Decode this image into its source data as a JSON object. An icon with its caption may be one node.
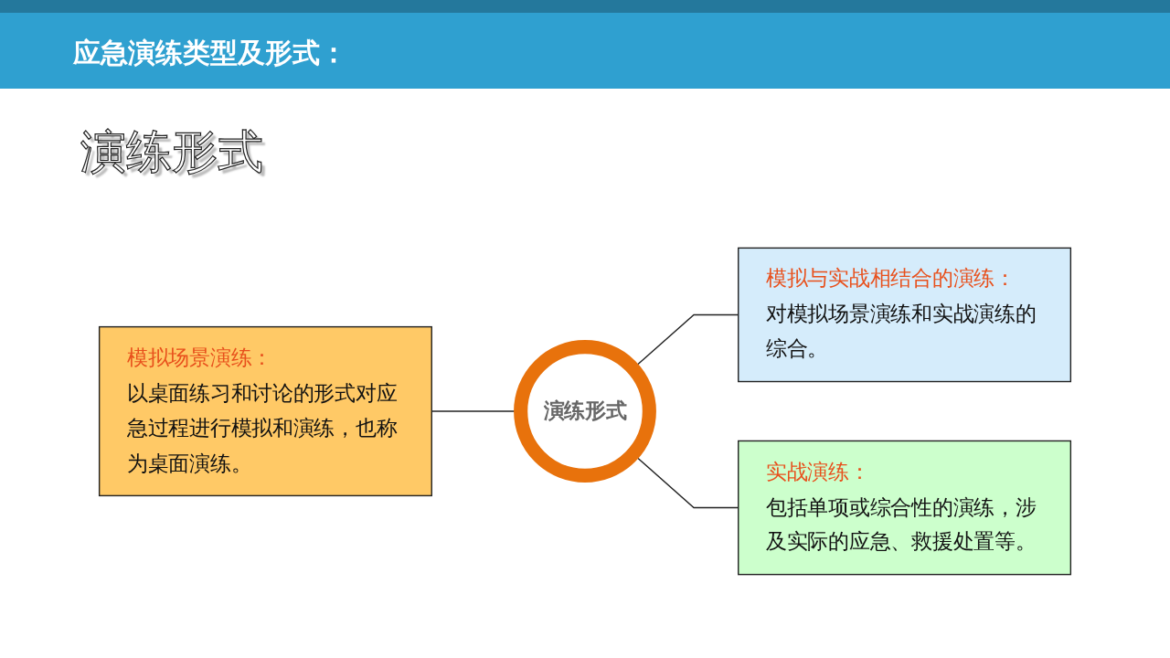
{
  "diagram": {
    "title": "应急演练类型及形式：",
    "nodes": [
      {
        "text": [
          "模拟场景演练：",
          "以桌面练习和讨论的形式对应急过程进行模拟和演练，也称为桌面演练。"
        ]
      },
      {
        "text": [
          "演练形式"
        ]
      },
      {
        "text": [
          "模拟与实战相结合的演练：",
          "对模拟场景演练和实战演练的综合。"
        ]
      },
      {
        "text": [
          "实战演练：",
          "包括单项或综合性的演练，涉及实际的应急、救援处置等。"
        ]
      }
    ],
    "edges": [
      {
        "from": 0,
        "to": 1,
        "arrow": "none"
      },
      {
        "from": 1,
        "to": 2,
        "arrow": "none"
      },
      {
        "from": 1,
        "to": 3,
        "arrow": "none"
      }
    ],
    "labels": [
      "演练形式"
    ]
  }
}
